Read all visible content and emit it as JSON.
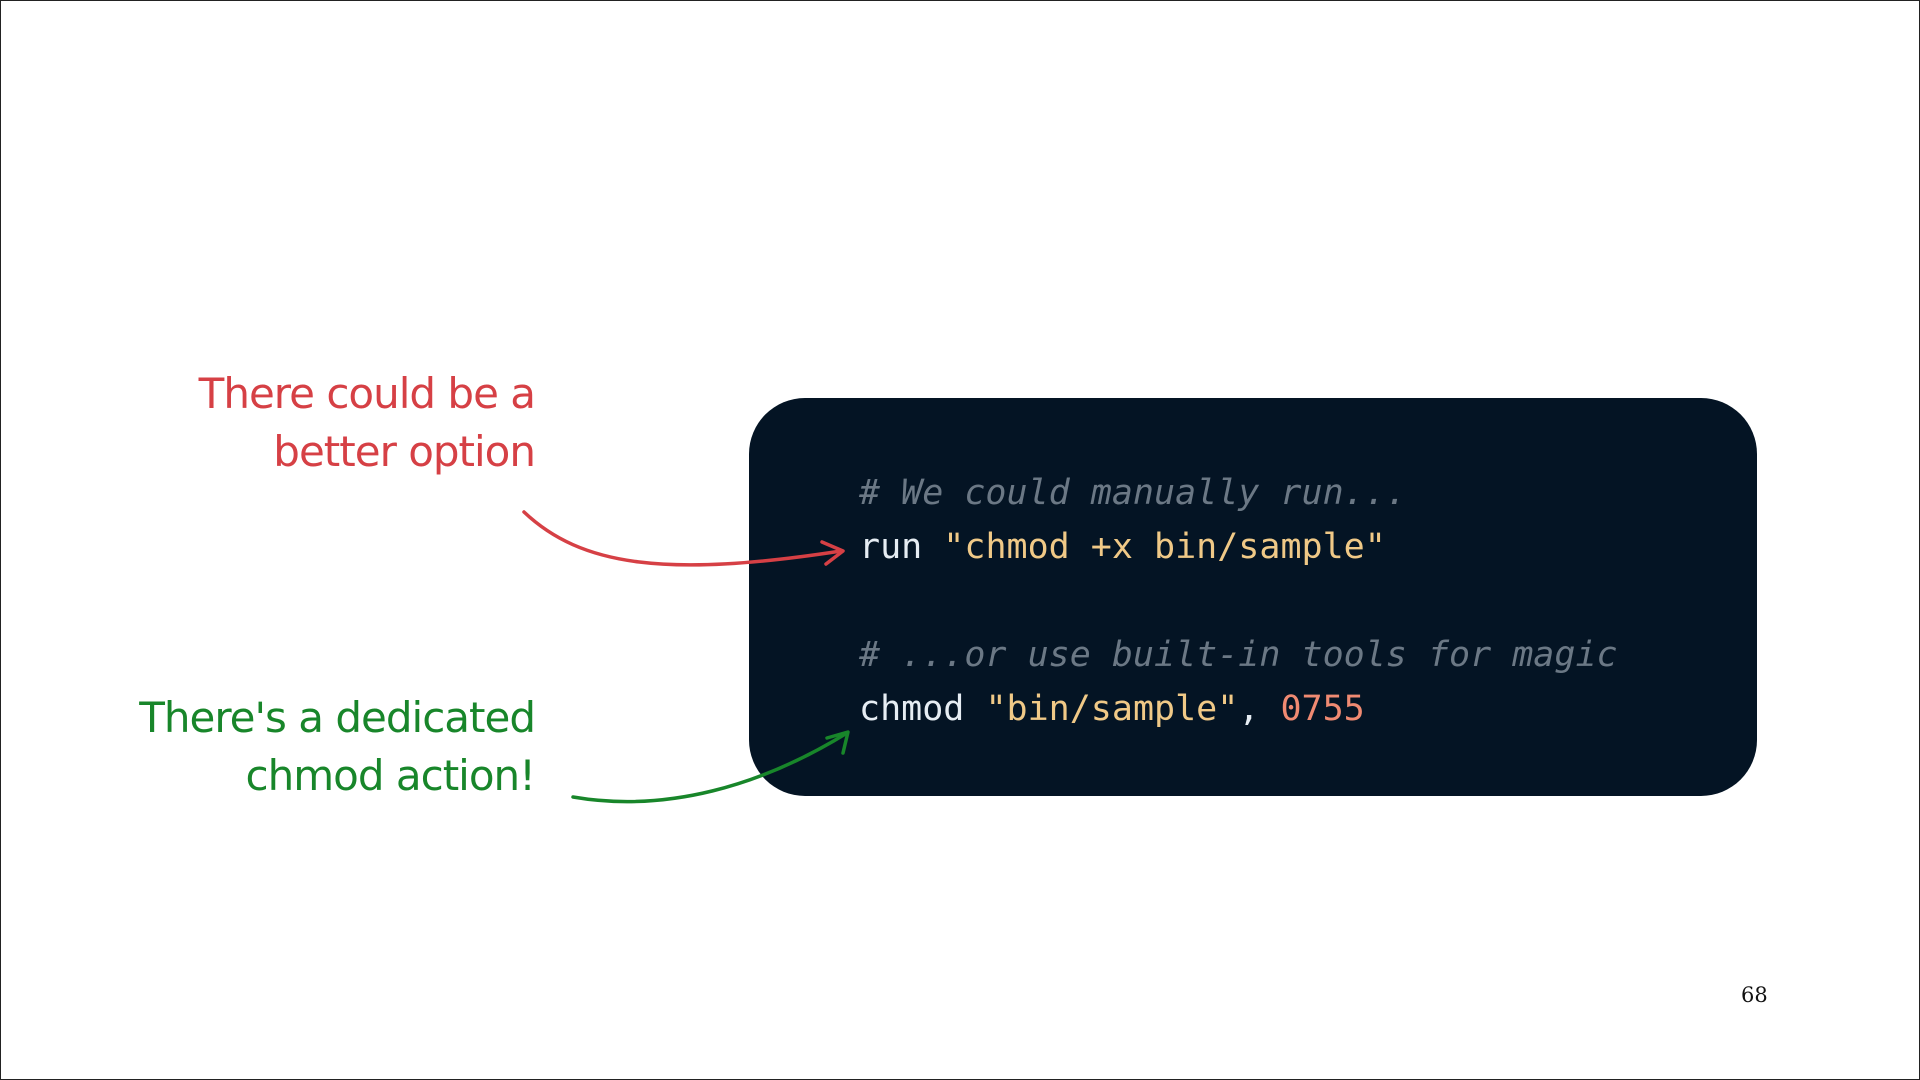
{
  "annotations": {
    "top": {
      "lines": [
        "There could be a",
        "better option"
      ],
      "color": "#d64045"
    },
    "bottom": {
      "lines": [
        "There's a dedicated",
        "chmod action!"
      ],
      "color": "#18862a"
    }
  },
  "code": {
    "background": "#041424",
    "line1_comment": "# We could manually run...",
    "line2_keyword": "run",
    "line2_space": " ",
    "line2_string": "\"chmod +x bin/sample\"",
    "line4_comment": "# ...or use built-in tools for magic",
    "line5_keyword": "chmod",
    "line5_space": " ",
    "line5_string": "\"bin/sample\"",
    "line5_sep": ", ",
    "line5_number": "0755"
  },
  "page_number": "68"
}
